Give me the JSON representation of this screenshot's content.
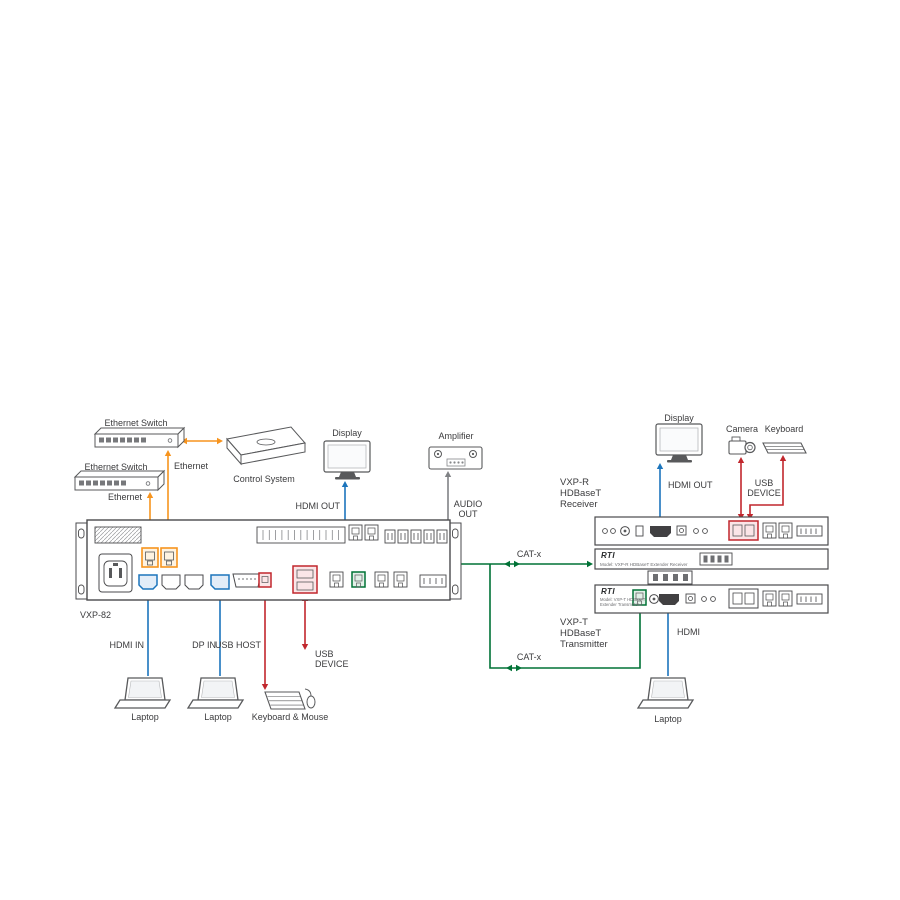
{
  "colors": {
    "ethernet": "#F7941E",
    "video": "#1C75BC",
    "usb": "#C1272D",
    "catx": "#007236",
    "audio": "#808285",
    "outline": "#58595B"
  },
  "labels": {
    "ethernet_switch_top": "Ethernet Switch",
    "ethernet_top": "Ethernet",
    "control_system": "Control System",
    "ethernet_switch_left": "Ethernet Switch",
    "ethernet_left": "Ethernet",
    "display_left": "Display",
    "hdmi_out_left": "HDMI OUT",
    "amplifier": "Amplifier",
    "audio_out_l1": "AUDIO",
    "audio_out_l2": "OUT",
    "vxp82": "VXP-82",
    "hdmi_in": "HDMI IN",
    "dp_in": "DP IN",
    "usb_host": "USB HOST",
    "usb_device_l1": "USB",
    "usb_device_l2": "DEVICE",
    "laptop_hdmi": "Laptop",
    "laptop_dp": "Laptop",
    "keyboard_mouse": "Keyboard & Mouse",
    "catx_receiver": "CAT-x",
    "catx_transmitter": "CAT-x",
    "display_right": "Display",
    "camera": "Camera",
    "keyboard": "Keyboard",
    "receiver_name": "VXP-R",
    "receiver_tech": "HDBaseT",
    "receiver_role": "Receiver",
    "hdmi_out_right": "HDMI OUT",
    "usb_device_right_l1": "USB",
    "usb_device_right_l2": "DEVICE",
    "transmitter_name": "VXP-T",
    "transmitter_tech": "HDBaseT",
    "transmitter_role": "Transmitter",
    "hdmi_right": "HDMI",
    "laptop_right": "Laptop"
  },
  "devices": {
    "receiver_brand": "RTI",
    "transmitter_brand": "RTI",
    "receiver_model_text": "Model: VXP-R  HDBaseT Extender Receiver",
    "transmitter_model_text": "Model: VXP-T HDBaseT Extender Transmitter"
  }
}
